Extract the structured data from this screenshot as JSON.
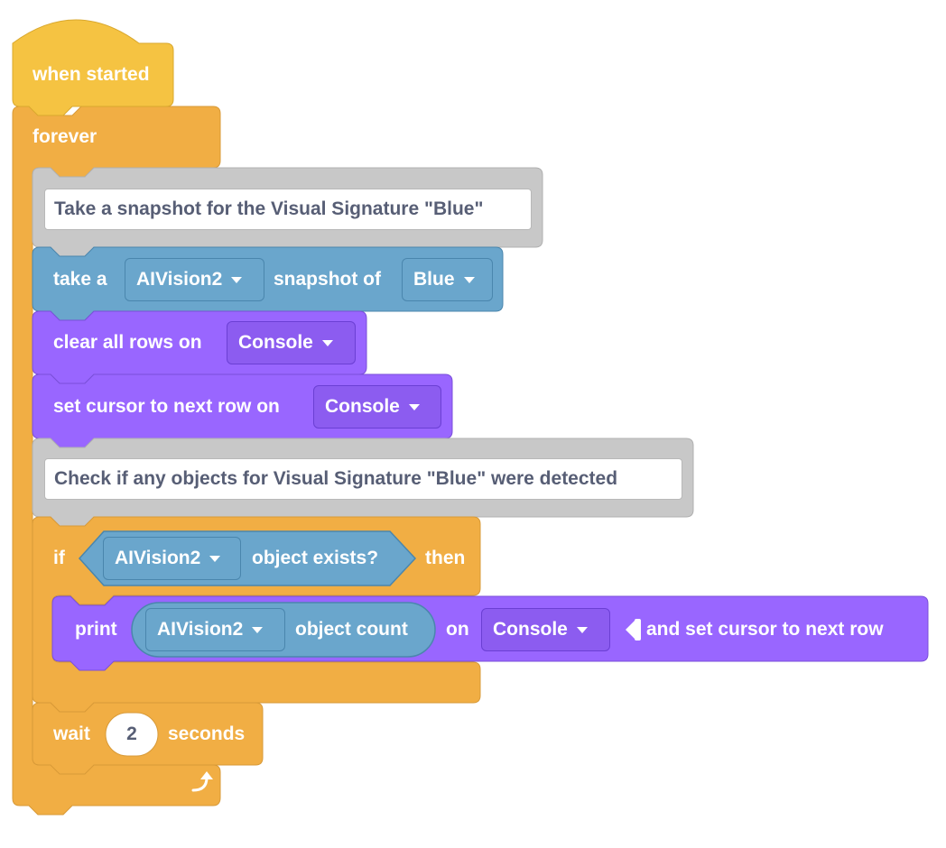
{
  "hat": {
    "label": "when started"
  },
  "forever": {
    "label": "forever"
  },
  "comment1": {
    "text": "Take a snapshot for the Visual Signature \"Blue\""
  },
  "snapshot": {
    "prefix": "take a",
    "sensor": "AIVision2",
    "middle": "snapshot of",
    "signature": "Blue"
  },
  "clear_rows": {
    "label": "clear all rows on",
    "target": "Console"
  },
  "set_cursor": {
    "label": "set cursor to next row on",
    "target": "Console"
  },
  "comment2": {
    "text": "Check if any objects for Visual Signature \"Blue\" were detected"
  },
  "if_block": {
    "if_label": "if",
    "sensor": "AIVision2",
    "condition": "object exists?",
    "then_label": "then"
  },
  "print_block": {
    "label": "print",
    "sensor": "AIVision2",
    "reporter": "object count",
    "on_label": "on",
    "target": "Console",
    "suffix": "and set cursor to next row"
  },
  "wait_block": {
    "label": "wait",
    "value": "2",
    "unit": "seconds"
  },
  "colors": {
    "events": "#f5c342",
    "control": "#f1ae44",
    "comment": "#c8c8c8",
    "sensing": "#6aa6cc",
    "looks": "#9966ff",
    "text_dark": "#575e75"
  },
  "icons": {
    "dropdown": "caret-down-icon",
    "collapse": "triangle-left-icon",
    "loop": "loop-arrow-icon"
  }
}
